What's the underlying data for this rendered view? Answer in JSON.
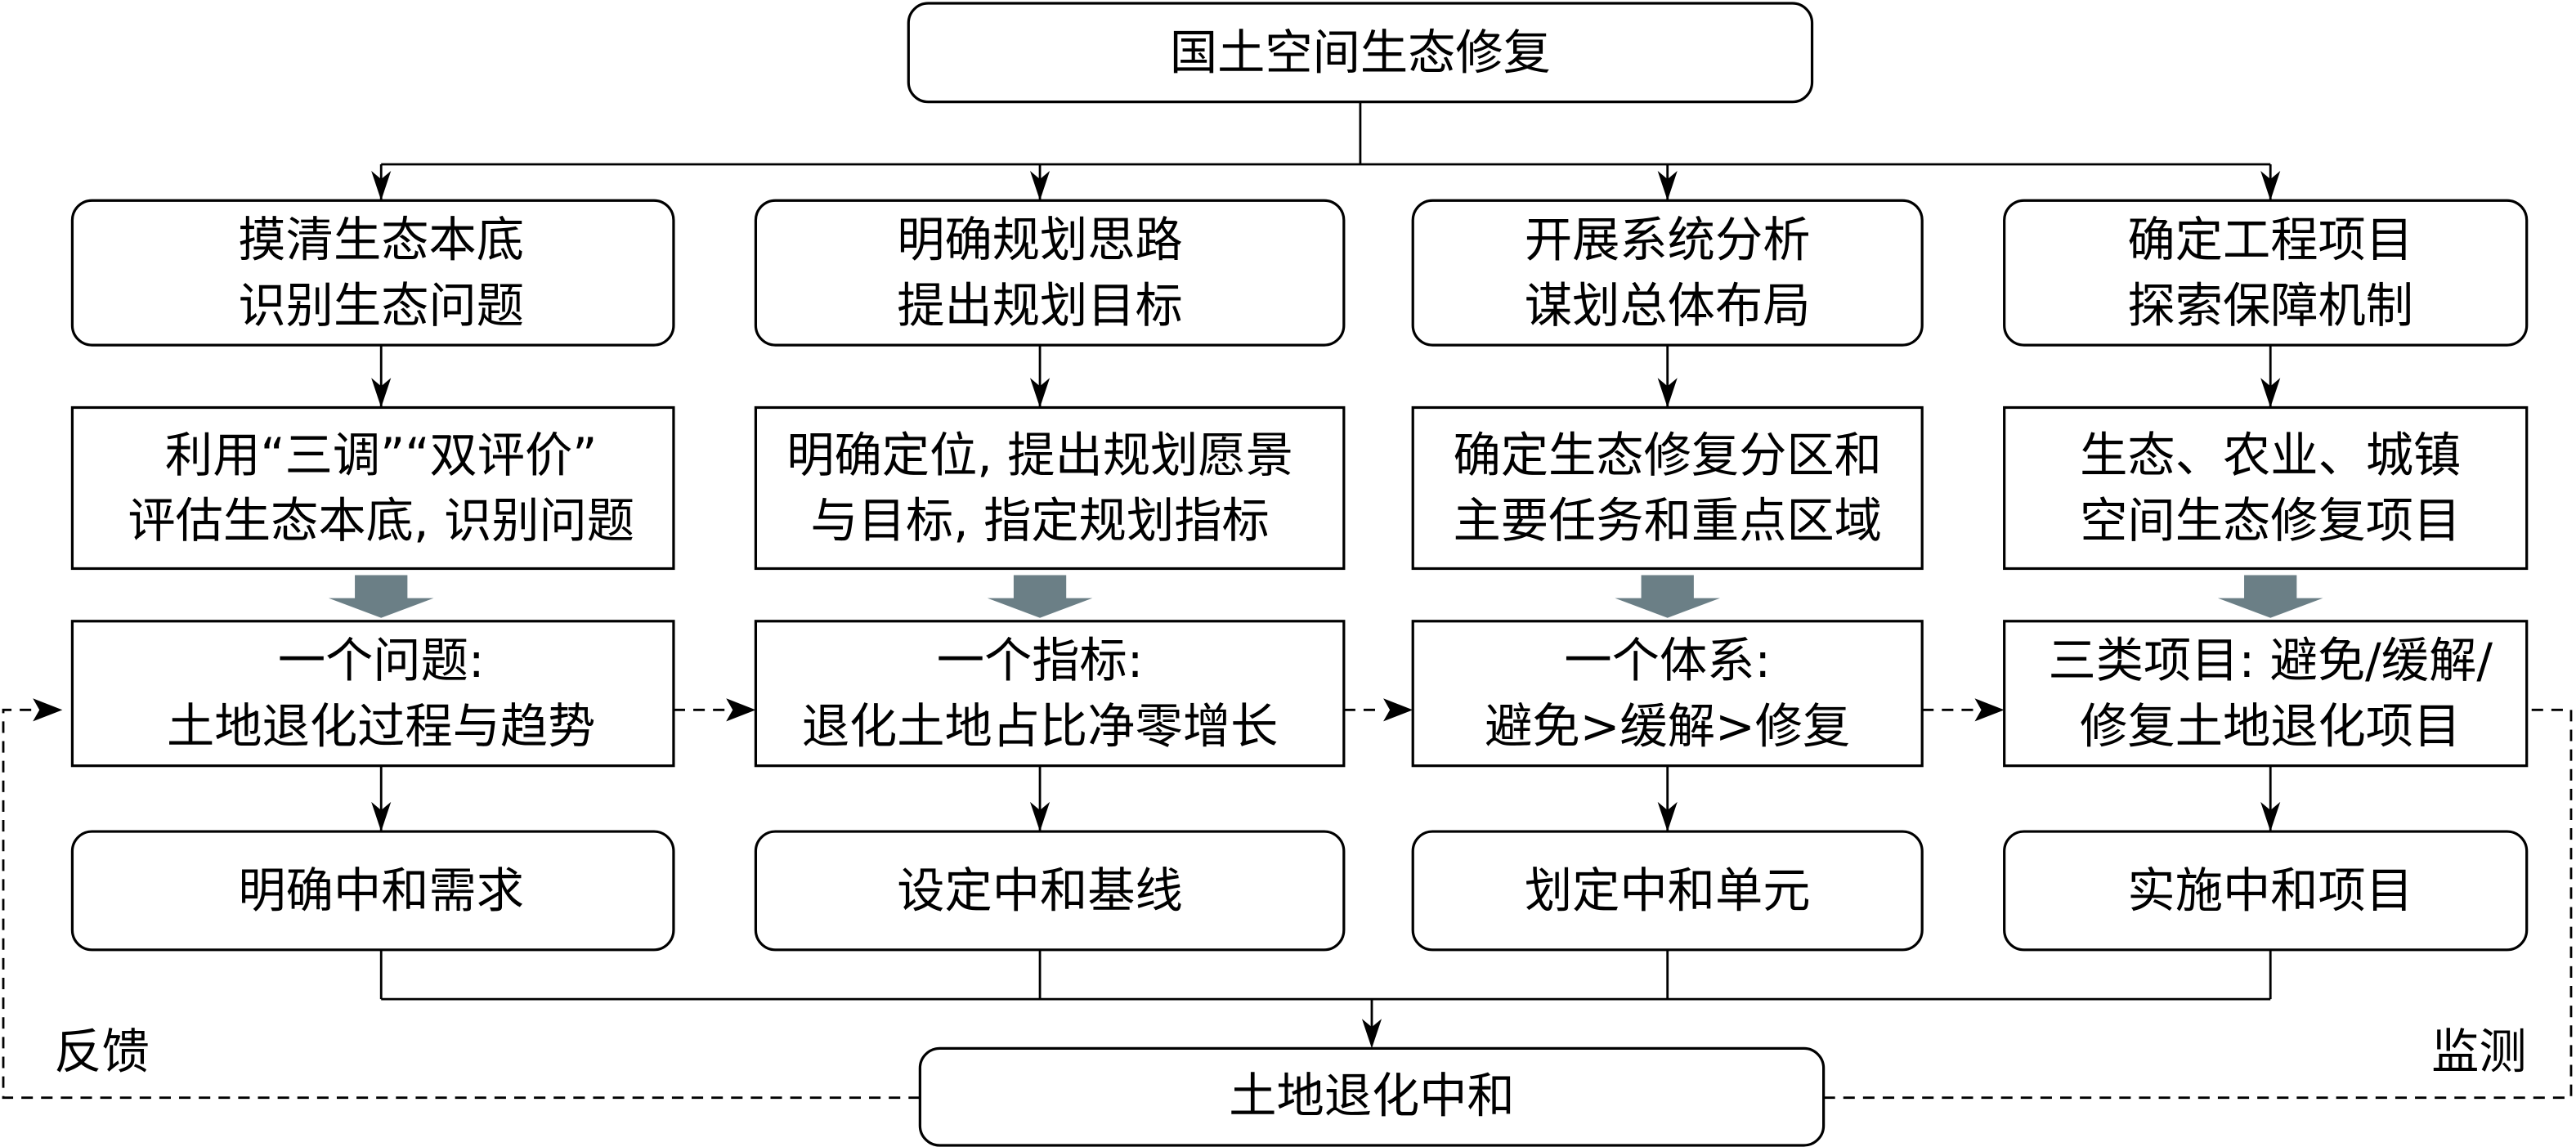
{
  "title": "国土空间生态修复",
  "columns": [
    {
      "stage": [
        "摸清生态本底",
        "识别生态问题"
      ],
      "method": [
        "利用“三调”“双评价”",
        "评估生态本底, 识别问题"
      ],
      "concept": [
        "一个问题:",
        "土地退化过程与趋势"
      ],
      "action": "明确中和需求"
    },
    {
      "stage": [
        "明确规划思路",
        "提出规划目标"
      ],
      "method": [
        "明确定位, 提出规划愿景",
        "与目标, 指定规划指标"
      ],
      "concept": [
        "一个指标:",
        "退化土地占比净零增长"
      ],
      "action": "设定中和基线"
    },
    {
      "stage": [
        "开展系统分析",
        "谋划总体布局"
      ],
      "method": [
        "确定生态修复分区和",
        "主要任务和重点区域"
      ],
      "concept": [
        "一个体系:",
        "避免>缓解>修复"
      ],
      "action": "划定中和单元"
    },
    {
      "stage": [
        "确定工程项目",
        "探索保障机制"
      ],
      "method": [
        "生态、农业、城镇",
        "空间生态修复项目"
      ],
      "concept": [
        "三类项目: 避免/缓解/",
        "修复土地退化项目"
      ],
      "action": "实施中和项目"
    }
  ],
  "result": "土地退化中和",
  "feedback_label": "反馈",
  "monitor_label": "监测",
  "colors": {
    "stroke": "#000000",
    "gray_arrow": "#6b7f86",
    "background": "#ffffff"
  }
}
